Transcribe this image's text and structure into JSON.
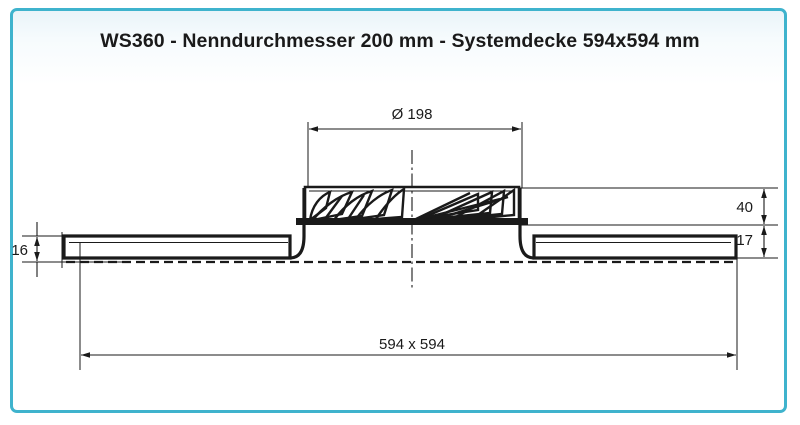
{
  "page": {
    "title": "WS360 - Nenndurchmesser 200 mm - Systemdecke 594x594 mm",
    "border_color": "#3fb3cd",
    "line_color": "#1a1a1a",
    "background_color": "#ffffff"
  },
  "drawing": {
    "name": "cross-section-swirl-diffuser",
    "dimensions": {
      "diameter": {
        "label": "Ø 198",
        "value": 198,
        "unit": "mm",
        "orientation": "horizontal",
        "position": "top"
      },
      "height_body": {
        "label": "40",
        "value": 40,
        "unit": "mm",
        "orientation": "vertical",
        "position": "right"
      },
      "height_panel_right": {
        "label": "17",
        "value": 17,
        "unit": "mm",
        "orientation": "vertical",
        "position": "right"
      },
      "height_panel_left": {
        "label": "16",
        "value": 16,
        "unit": "mm",
        "orientation": "vertical",
        "position": "left"
      },
      "panel_size": {
        "label": "594 x 594",
        "value": "594 x 594",
        "unit": "mm",
        "orientation": "horizontal",
        "position": "bottom"
      }
    }
  }
}
